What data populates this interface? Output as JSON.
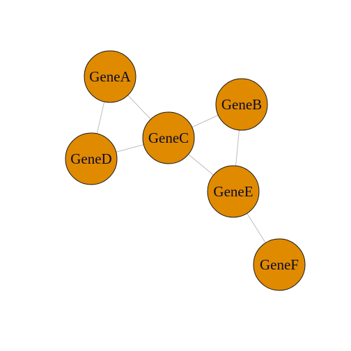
{
  "graph": {
    "node_color": "#E08A00",
    "edge_color": "#bdbdbd",
    "nodes": [
      {
        "id": "GeneA",
        "label": "GeneA"
      },
      {
        "id": "GeneB",
        "label": "GeneB"
      },
      {
        "id": "GeneC",
        "label": "GeneC"
      },
      {
        "id": "GeneD",
        "label": "GeneD"
      },
      {
        "id": "GeneE",
        "label": "GeneE"
      },
      {
        "id": "GeneF",
        "label": "GeneF"
      }
    ],
    "edges": [
      {
        "source": "GeneA",
        "target": "GeneC"
      },
      {
        "source": "GeneA",
        "target": "GeneD"
      },
      {
        "source": "GeneC",
        "target": "GeneD"
      },
      {
        "source": "GeneC",
        "target": "GeneB"
      },
      {
        "source": "GeneC",
        "target": "GeneE"
      },
      {
        "source": "GeneB",
        "target": "GeneE"
      },
      {
        "source": "GeneE",
        "target": "GeneF"
      }
    ]
  }
}
